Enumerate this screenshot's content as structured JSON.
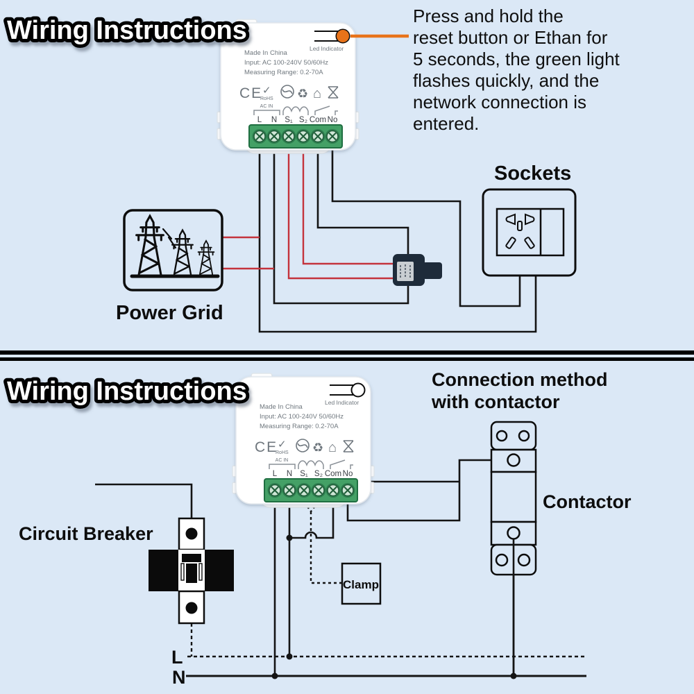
{
  "title": "Wiring Instructions",
  "colors": {
    "background": "#dbe8f6",
    "wire_black": "#141414",
    "wire_red": "#c4333c",
    "accent_orange": "#e8731a",
    "terminal_green": "#44a066"
  },
  "device": {
    "made_in": "Made In China",
    "input": "Input: AC 100-240V 50/60Hz",
    "range": "Measuring Range: 0.2-70A",
    "led": "Led Indicator",
    "ce": "CE",
    "check": "✓",
    "rohs": "RoHS",
    "recycle": "♻",
    "house": "⌂",
    "ac_in": "AC IN",
    "terminals": [
      "L",
      "N",
      "S₁",
      "S₂",
      "Com",
      "No"
    ]
  },
  "top_panel": {
    "note_lines": [
      "Press and hold the",
      "reset button or Ethan for",
      "5 seconds, the green light",
      "flashes quickly, and the",
      "network connection is",
      "entered."
    ],
    "sockets_label": "Sockets",
    "power_grid_label": "Power Grid"
  },
  "bottom_panel": {
    "heading_lines": [
      "Connection method",
      "with contactor"
    ],
    "contactor_label": "Contactor",
    "breaker_label": "Circuit Breaker",
    "clamp_label": "Clamp",
    "line_l": "L",
    "line_n": "N"
  }
}
